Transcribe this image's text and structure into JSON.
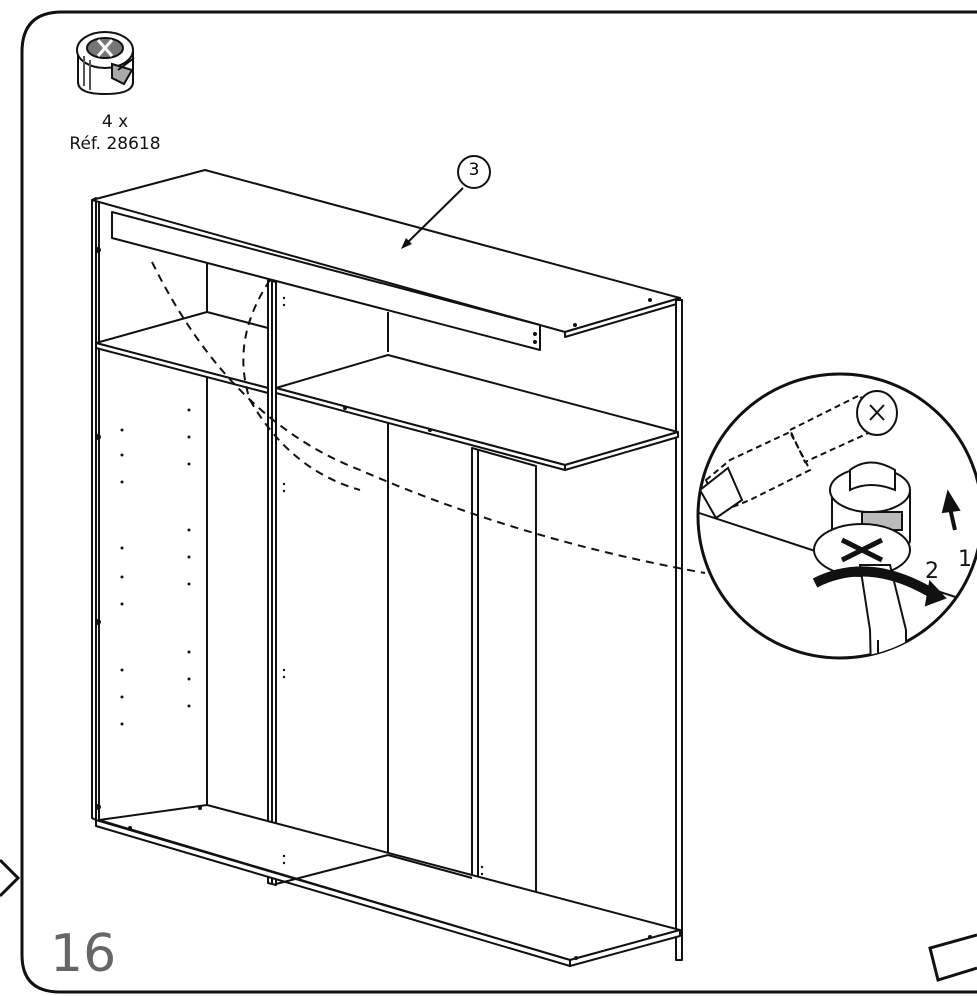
{
  "hardware": {
    "icon": "cam-lock-icon",
    "quantity": "4 x",
    "reference": "Réf. 28618"
  },
  "part_callout": "3",
  "step_number": "16",
  "detail_arrows": {
    "first": "1",
    "second": "2"
  }
}
